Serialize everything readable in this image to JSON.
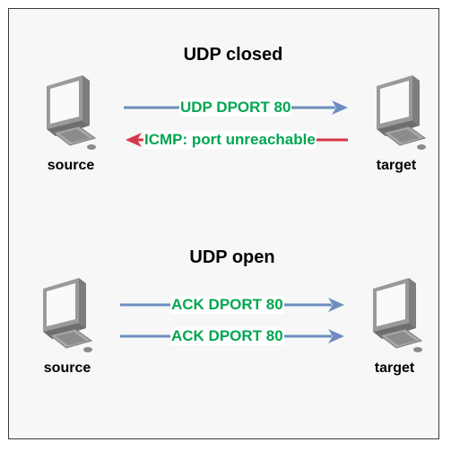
{
  "sections": [
    {
      "title": "UDP closed",
      "source_label": "source",
      "target_label": "target",
      "messages": [
        {
          "text": "UDP DPORT 80",
          "direction": "source-to-target",
          "line_color": "#6c8ebf"
        },
        {
          "text": "ICMP: port unreachable",
          "direction": "target-to-source",
          "line_color": "#d6374a"
        }
      ]
    },
    {
      "title": "UDP open",
      "source_label": "source",
      "target_label": "target",
      "messages": [
        {
          "text": "ACK  DPORT 80",
          "direction": "source-to-target",
          "line_color": "#6c8ebf"
        },
        {
          "text": "ACK  DPORT 80",
          "direction": "source-to-target",
          "line_color": "#6c8ebf"
        }
      ]
    }
  ],
  "colors": {
    "label_green": "#00a650",
    "arrow_blue": "#6c8ebf",
    "arrow_red": "#d6374a"
  },
  "icons": {
    "host": "desktop-computer-icon"
  }
}
